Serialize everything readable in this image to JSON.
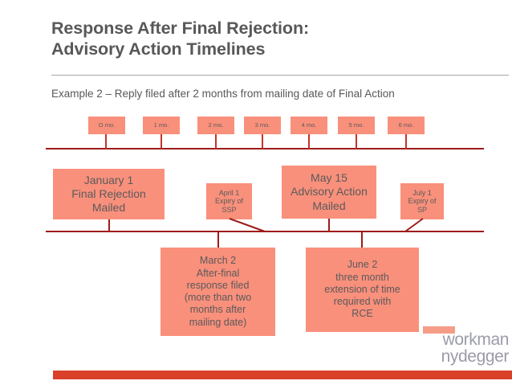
{
  "slide": {
    "title_line1": "Response After Final Rejection:",
    "title_line2": "Advisory Action Timelines",
    "subtitle": "Example 2 – Reply filed after 2 months from mailing date of Final Action"
  },
  "timeline": {
    "ticks": [
      {
        "label": "O mo."
      },
      {
        "label": "1 mo."
      },
      {
        "label": "2 mo."
      },
      {
        "label": "3 mo."
      },
      {
        "label": "4 mo."
      },
      {
        "label": "5 mo."
      },
      {
        "label": "6 mo."
      }
    ]
  },
  "events": {
    "january": {
      "l1": "January 1",
      "l2": "Final Rejection",
      "l3": "Mailed"
    },
    "april": {
      "l1": "April 1",
      "l2": "Expiry of",
      "l3": "SSP"
    },
    "may": {
      "l1": "May 15",
      "l2": "Advisory Action",
      "l3": "Mailed"
    },
    "july": {
      "l1": "July 1",
      "l2": "Expiry of",
      "l3": "SP"
    },
    "march": {
      "l1": "March 2",
      "l2": "After-final",
      "l3": "response filed",
      "l4": "(more than two",
      "l5": "months after",
      "l6": "mailing date)"
    },
    "june": {
      "l1": "June 2",
      "l2": "three month",
      "l3": "extension of time",
      "l4": "required with",
      "l5": "RCE"
    }
  },
  "logo": {
    "line1": "workman",
    "line2": "nydegger"
  },
  "colors": {
    "box_fill": "#f9907b",
    "rail": "#9e1b1b",
    "accent_bar": "#d9402a",
    "title_text": "#58585a",
    "logo_text": "#9b9bab"
  }
}
